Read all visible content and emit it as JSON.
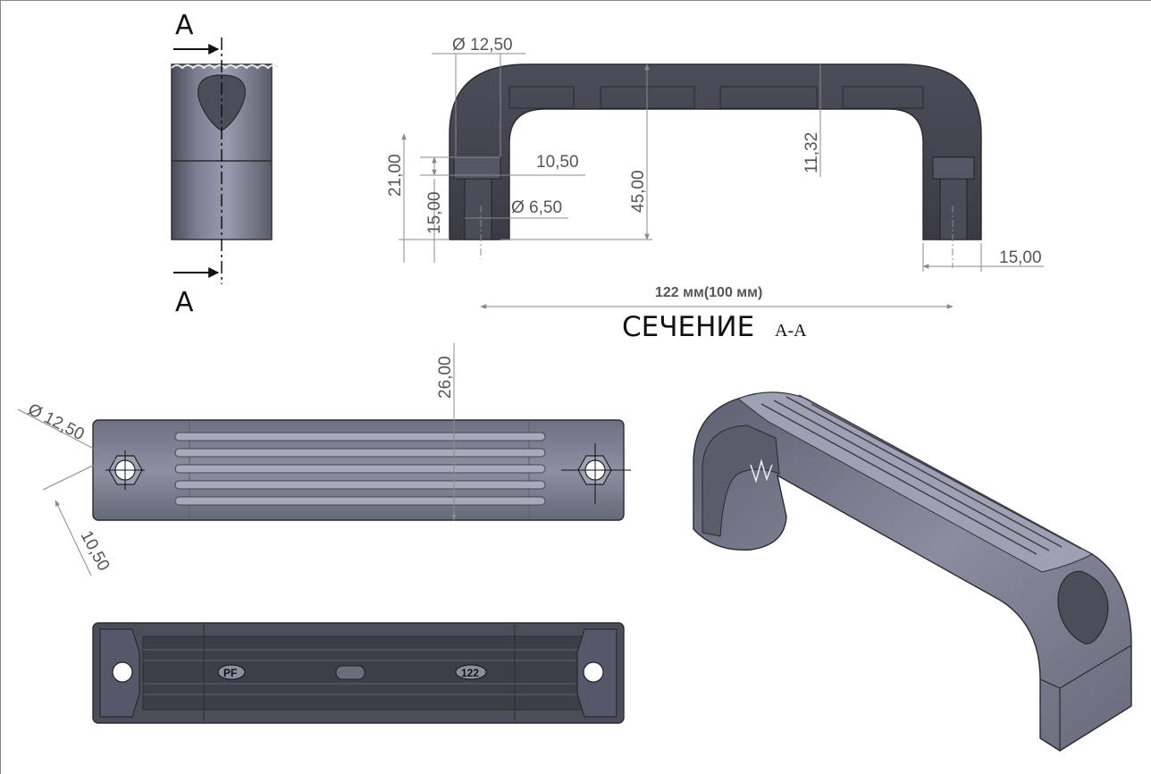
{
  "section_marker": {
    "top": "A",
    "bottom": "A"
  },
  "section_title": {
    "main": "СЕЧЕНИЕ",
    "suffix": "А-А"
  },
  "side_view_dims": {
    "dia_top": "Ø 12,50",
    "d_10_50": "10,50",
    "d_21_00": "21,00",
    "d_15_00_left": "15,00",
    "dia_hole": "Ø 6,50",
    "d_45_00": "45,00",
    "d_11_32": "11,32",
    "d_15_00_right": "15,00",
    "length": "122 мм(100 мм)"
  },
  "top_view_dims": {
    "width": "26,00",
    "dia": "Ø 12,50",
    "d_10_50": "10,50"
  },
  "bottom_view_marks": {
    "left": "PF",
    "right": "122"
  },
  "colors": {
    "part_dark": "#3b3c45",
    "part_mid": "#5c5e6c",
    "part_light": "#8d90a2",
    "dim_line": "#8a8a8a",
    "background": "#ffffff"
  }
}
